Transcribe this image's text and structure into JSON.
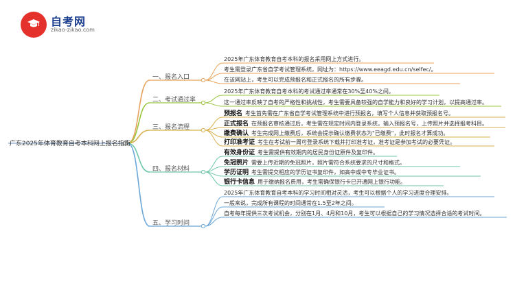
{
  "logo": {
    "title": "自考网",
    "subtitle": "zikao-zikao.com",
    "icon": "graduation-cap-icon",
    "brand_color": "#e5312c"
  },
  "root": {
    "label": "广东2025年体育教育自考本科网上报名指南"
  },
  "branches": [
    {
      "label": "一、报名入口",
      "color": "#e8a25c",
      "items": [
        {
          "text": "2025年广东体育教育自考本科的报名采用网上方式进行。"
        },
        {
          "text": "考生需登录广东省自学考试管理系统，网址为：https://www.eeagd.edu.cn/selfec/。"
        },
        {
          "text": "在该网站上，考生可以完成预报名和正式报名的所有步骤。"
        }
      ]
    },
    {
      "label": "二、考试通过率",
      "color": "#9bc53d",
      "items": [
        {
          "text": "2025年广东体育教育自考本科的考试通过率通常在30%至40%之间。"
        },
        {
          "text": "这一通过率反映了自考的严格性和挑战性，考生需要具备较强的自学能力和良好的学习计划，以提高通过率。"
        }
      ]
    },
    {
      "label": "三、报名流程",
      "color": "#d8b04e",
      "items": [
        {
          "key": "预报名",
          "text": "考生首先需在广东省自学考试管理系统中进行预报名，填写个人信息并获取预报名号。"
        },
        {
          "key": "正式报名",
          "text": "在预报名审核通过后，考生需在规定时间内登录系统，输入预报名号，上传照片并选择报考科目。"
        },
        {
          "key": "缴费确认",
          "text": "考生完成网上缴费后，系统会提示确认缴费状态为\"已缴费\"，此时报名才算成功。"
        },
        {
          "key": "打印准考证",
          "text": "考生在考试前一周可登录系统下载并打印准考证，准考证是参加考试的必要凭证。"
        }
      ]
    },
    {
      "label": "四、报名材料",
      "color": "#6fc7a8",
      "items": [
        {
          "key": "有效身份证",
          "text": "考生需提供有效期内的居民身份证原件及复印件。"
        },
        {
          "key": "免冠照片",
          "text": "需要上传近期的免冠照片，照片需符合系统要求的尺寸和格式。"
        },
        {
          "key": "学历证明",
          "text": "考生需提交相应的学历证书复印件，如高中或中专毕业证书。"
        },
        {
          "key": "银行卡信息",
          "text": "用于缴纳报名费用，考生需确保银行卡已开通网上银行功能。"
        }
      ]
    },
    {
      "label": "五、学习时间",
      "color": "#6aa6d8",
      "items": [
        {
          "text": "2025年广东体育教育自考本科的学习时间相对灵活，考生可以根据个人的学习进度合理安排。"
        },
        {
          "text": "一般来说，完成所有课程的时间通常在1.5至2年之间。"
        },
        {
          "text": "自考每年提供三次考试机会，分别在1月、4月和10月，考生可以根据自己的学习情况选择合适的考试时间。"
        }
      ]
    }
  ]
}
